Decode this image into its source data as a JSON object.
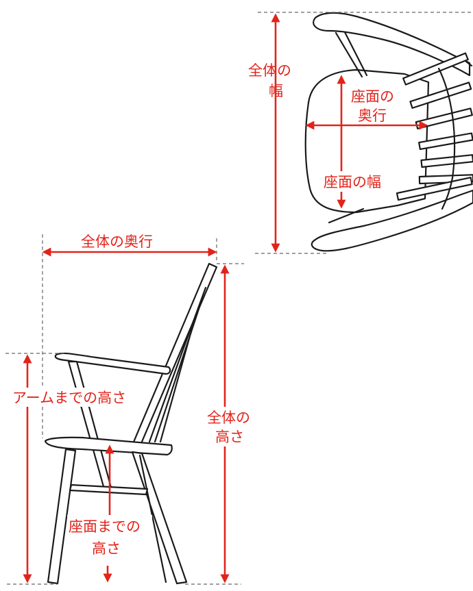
{
  "labels": {
    "top_overall_width_line1": "全体の",
    "top_overall_width_line2": "幅",
    "seat_depth_line1": "座面の",
    "seat_depth_line2": "奥行",
    "seat_width": "座面の幅",
    "overall_depth": "全体の奥行",
    "arm_height": "アームまでの高さ",
    "overall_height_line1": "全体の",
    "overall_height_line2": "高さ",
    "seat_height_line1": "座面までの",
    "seat_height_line2": "高さ"
  },
  "colors": {
    "dimension": "#e2231a",
    "line_art": "#1a1a1a",
    "guide": "#666666"
  }
}
